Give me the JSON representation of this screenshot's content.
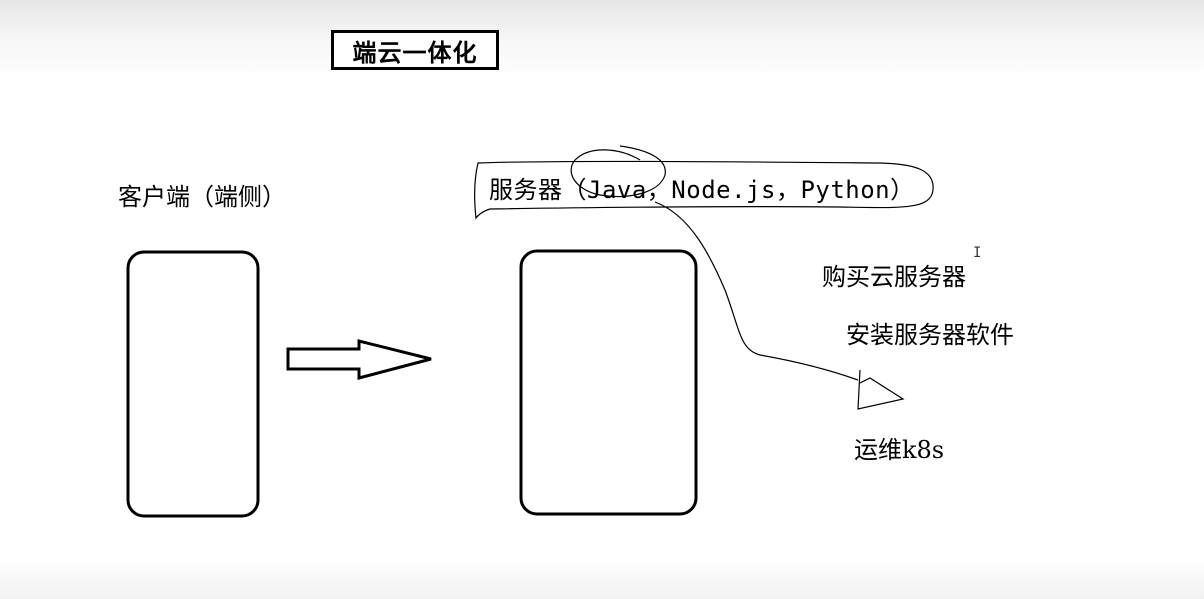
{
  "title": "端云一体化",
  "client_label": "客户端（端侧）",
  "server_label": "服务器（Java，Node.js，Python）",
  "steps": {
    "buy": "购买云服务器",
    "install": "安装服务器软件",
    "ops": "运维k8s"
  },
  "cursor_glyph": "I"
}
